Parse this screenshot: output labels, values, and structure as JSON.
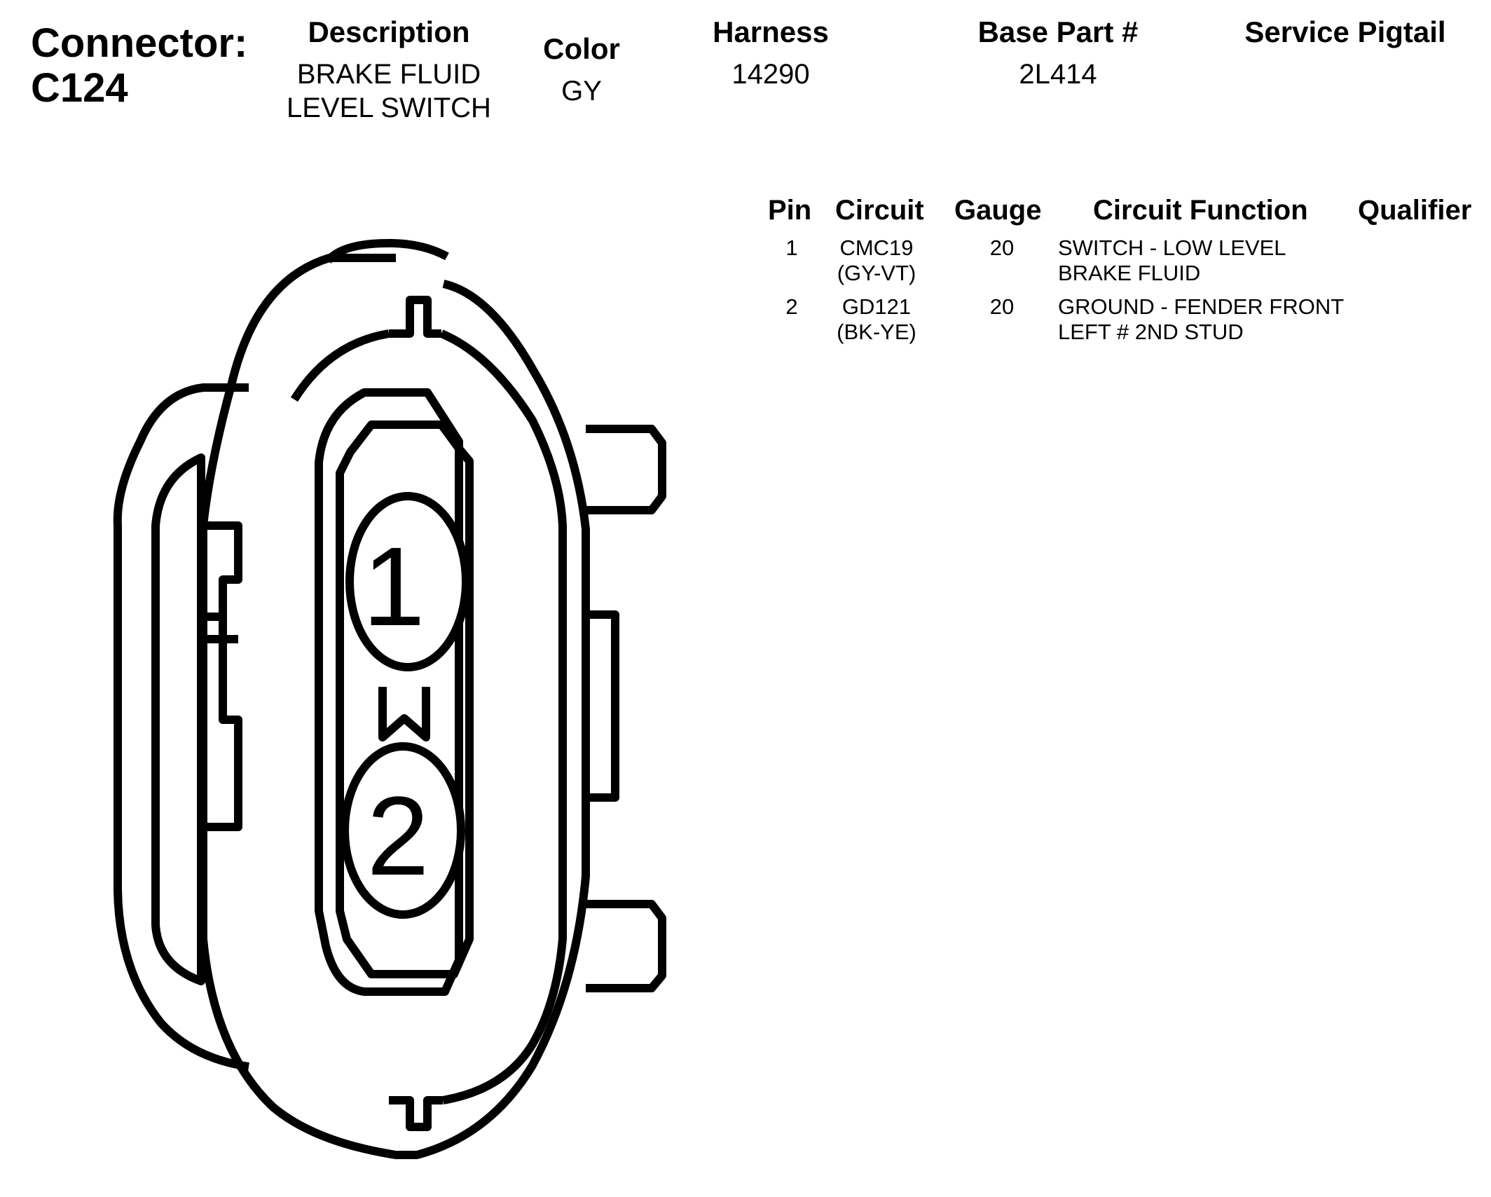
{
  "connector": {
    "label": "Connector:",
    "id": "C124"
  },
  "header": {
    "description": {
      "label": "Description",
      "value": "BRAKE FLUID LEVEL SWITCH"
    },
    "color": {
      "label": "Color",
      "value": "GY"
    },
    "harness": {
      "label": "Harness",
      "value": "14290"
    },
    "base_part": {
      "label": "Base Part #",
      "value": "2L414"
    },
    "service_pigtail": {
      "label": "Service Pigtail",
      "value": ""
    }
  },
  "pin_table": {
    "columns": [
      "Pin",
      "Circuit",
      "Gauge",
      "Circuit Function",
      "Qualifier"
    ],
    "rows": [
      {
        "pin": "1",
        "circuit": "CMC19 (GY-VT)",
        "gauge": "20",
        "function": "SWITCH - LOW LEVEL BRAKE FLUID",
        "qualifier": ""
      },
      {
        "pin": "2",
        "circuit": "GD121 (BK-YE)",
        "gauge": "20",
        "function": "GROUND - FENDER FRONT LEFT # 2ND STUD",
        "qualifier": ""
      }
    ]
  },
  "diagram": {
    "pin_labels": [
      "1",
      "2"
    ]
  }
}
